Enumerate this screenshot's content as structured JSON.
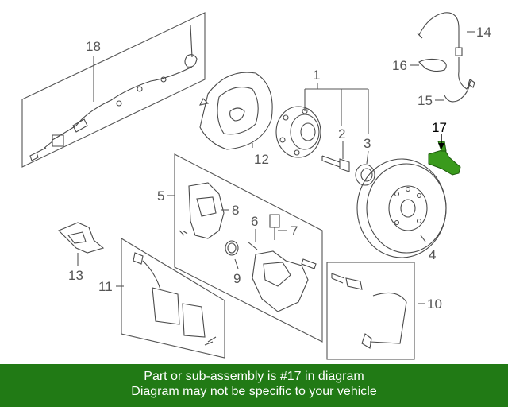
{
  "colors": {
    "banner_bg": "#217a15",
    "banner_text": "#ffffff",
    "highlight_part": "#3a9a1c",
    "line_art": "#4a4a4a"
  },
  "callouts": {
    "c1": "1",
    "c2": "2",
    "c3": "3",
    "c4": "4",
    "c5": "5",
    "c6": "6",
    "c7": "7",
    "c8": "8",
    "c9": "9",
    "c10": "10",
    "c11": "11",
    "c12": "12",
    "c13": "13",
    "c14": "14",
    "c15": "15",
    "c16": "16",
    "c17": "17",
    "c18": "18"
  },
  "banner": {
    "line1": "Part or sub-assembly is #17 in diagram",
    "line2": "Diagram may not be specific to your vehicle"
  }
}
